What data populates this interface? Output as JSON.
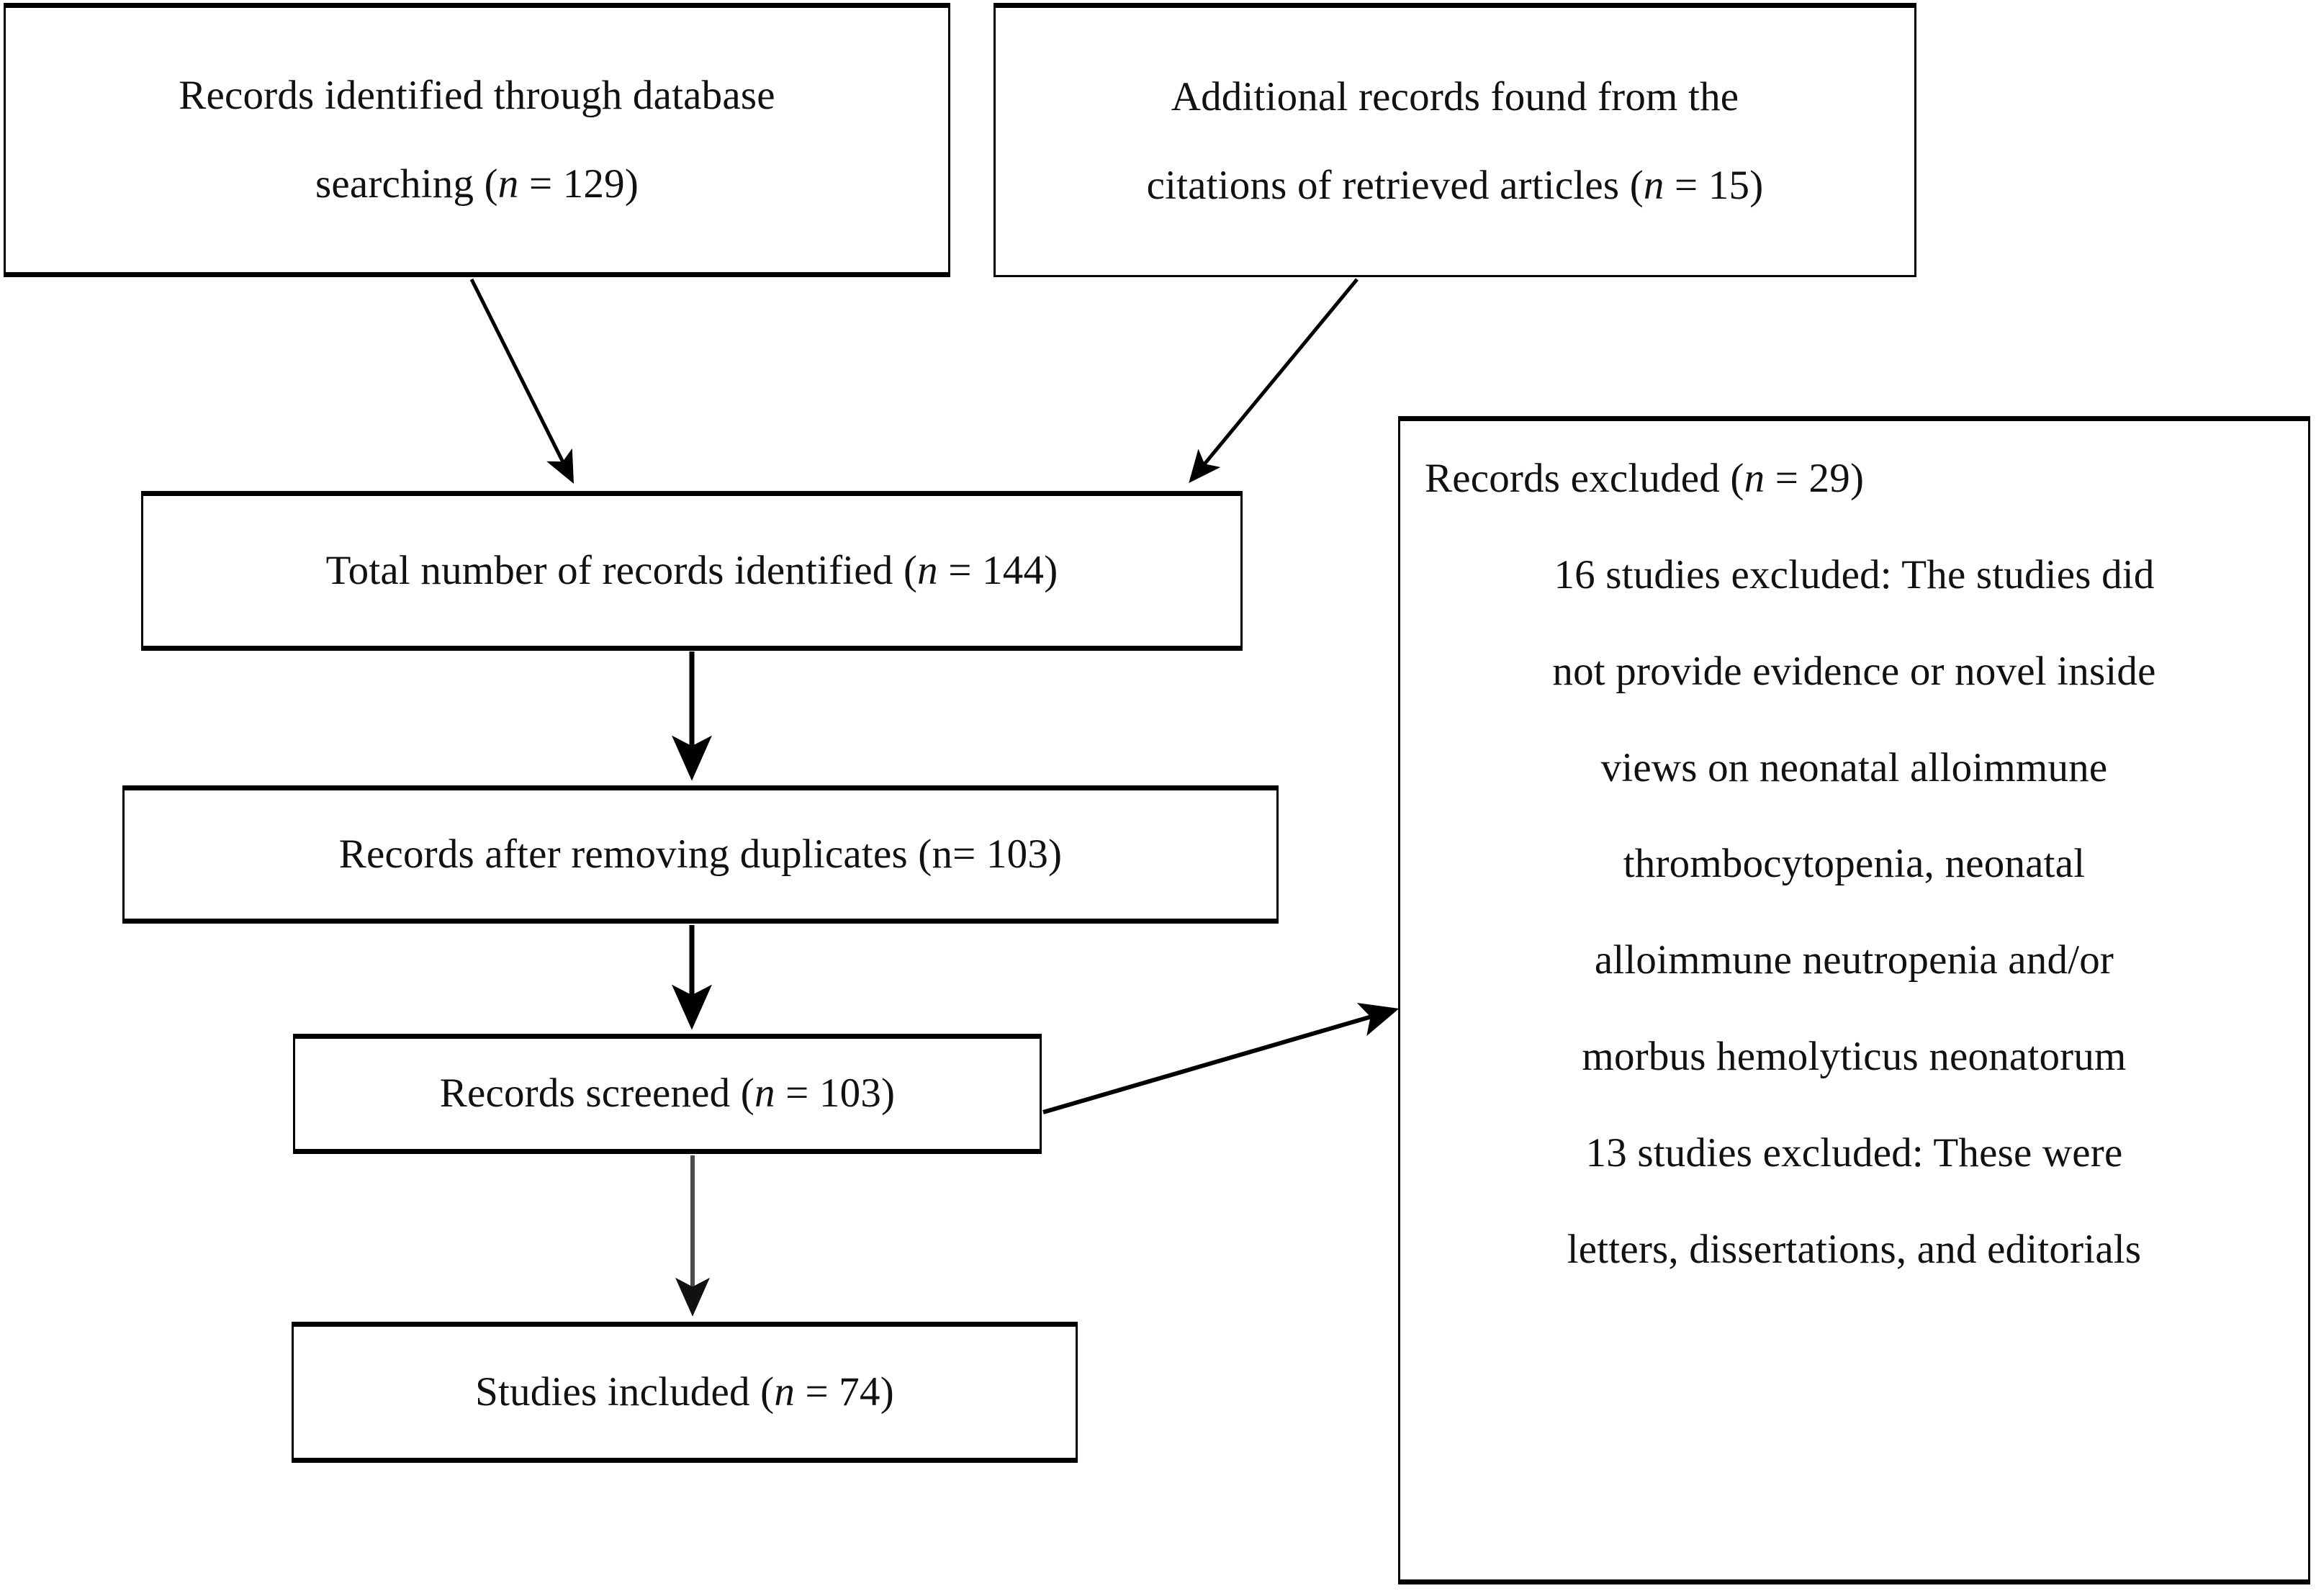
{
  "diagram": {
    "type": "prisma-flow-diagram",
    "colors": {
      "background": "#ffffff",
      "box_border": "#000000",
      "text": "#111111",
      "arrow_black": "#000000",
      "arrow_gray": "#4d4d4d"
    },
    "boxes": [
      {
        "id": "records-identified-database",
        "lines": [
          {
            "text_before": "Records identified through database",
            "italic": "",
            "text_after": ""
          },
          {
            "text_before": "searching (",
            "italic": "n",
            "text_after": " = 129)"
          }
        ],
        "plain_text": "Records identified through database searching (n = 129)",
        "count": 129
      },
      {
        "id": "additional-records-citations",
        "lines": [
          {
            "text_before": "Additional records found from the",
            "italic": "",
            "text_after": ""
          },
          {
            "text_before": "citations of retrieved articles (",
            "italic": "n",
            "text_after": " = 15)"
          }
        ],
        "plain_text": "Additional records found from the citations of retrieved articles (n = 15)",
        "count": 15
      },
      {
        "id": "total-records-identified",
        "lines": [
          {
            "text_before": "Total number of records identified (",
            "italic": "n",
            "text_after": " = 144)"
          }
        ],
        "plain_text": "Total number of records identified (n = 144)",
        "count": 144
      },
      {
        "id": "records-after-duplicates",
        "lines": [
          {
            "text_before": "Records after removing duplicates (n= 103)",
            "italic": "",
            "text_after": ""
          }
        ],
        "plain_text": "Records after removing duplicates (n= 103)",
        "count": 103
      },
      {
        "id": "records-screened",
        "lines": [
          {
            "text_before": "Records screened (",
            "italic": "n",
            "text_after": " = 103)"
          }
        ],
        "plain_text": "Records screened (n = 103)",
        "count": 103
      },
      {
        "id": "studies-included",
        "lines": [
          {
            "text_before": "Studies included (",
            "italic": "n",
            "text_after": " = 74)"
          }
        ],
        "plain_text": "Studies included (n = 74)",
        "count": 74
      }
    ],
    "excluded_box": {
      "id": "records-excluded",
      "count": 29,
      "lines": [
        {
          "text_before": "Records excluded (",
          "italic": "n",
          "text_after": " = 29)"
        },
        {
          "text_before": "16 studies excluded: The studies did",
          "italic": "",
          "text_after": ""
        },
        {
          "text_before": "not provide evidence or novel inside",
          "italic": "",
          "text_after": ""
        },
        {
          "text_before": "views on neonatal alloimmune",
          "italic": "",
          "text_after": ""
        },
        {
          "text_before": "thrombocytopenia, neonatal",
          "italic": "",
          "text_after": ""
        },
        {
          "text_before": "alloimmune neutropenia and/or",
          "italic": "",
          "text_after": ""
        },
        {
          "text_before": "morbus hemolyticus neonatorum",
          "italic": "",
          "text_after": ""
        },
        {
          "text_before": "13 studies excluded: These were",
          "italic": "",
          "text_after": ""
        },
        {
          "text_before": "letters, dissertations, and editorials",
          "italic": "",
          "text_after": ""
        }
      ],
      "plain_text": "Records excluded (n = 29) 16 studies excluded: The studies did not provide evidence or novel inside views on neonatal alloimmune thrombocytopenia, neonatal alloimmune neutropenia and/or morbus hemolyticus neonatorum 13 studies excluded: These were letters, dissertations, and editorials"
    },
    "connectors": [
      {
        "id": "database-to-total",
        "from": "records-identified-database",
        "to": "total-records-identified",
        "style": "diagonal",
        "color": "#000000"
      },
      {
        "id": "citations-to-total",
        "from": "additional-records-citations",
        "to": "total-records-identified",
        "style": "diagonal",
        "color": "#000000"
      },
      {
        "id": "total-to-dedup",
        "from": "total-records-identified",
        "to": "records-after-duplicates",
        "style": "vertical",
        "color": "#000000"
      },
      {
        "id": "dedup-to-screened",
        "from": "records-after-duplicates",
        "to": "records-screened",
        "style": "vertical",
        "color": "#000000"
      },
      {
        "id": "screened-to-included",
        "from": "records-screened",
        "to": "studies-included",
        "style": "vertical",
        "color": "#4d4d4d"
      },
      {
        "id": "screened-to-excluded",
        "from": "records-screened",
        "to": "records-excluded",
        "style": "diagonal",
        "color": "#000000"
      }
    ]
  }
}
